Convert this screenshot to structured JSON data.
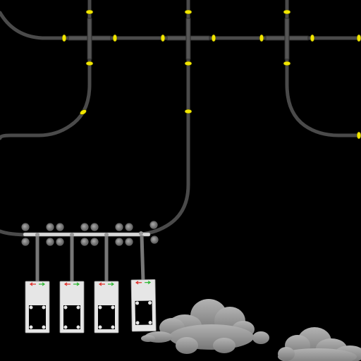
{
  "colors": {
    "background": "#000000",
    "track": "#4a4a4a",
    "signal_on": "#f2e600",
    "carriage": "#e6e6e6",
    "arrow_left": "#e0302a",
    "arrow_right": "#2fb833",
    "cloud_top": "#b0b0b0",
    "cloud_bottom": "#7a7a7a"
  },
  "icons": {
    "signal": "yellow-signal-lamp-icon",
    "carriage": "rail-carriage-icon",
    "arrow_left": "red-left-arrow-icon",
    "arrow_right": "green-right-arrow-icon",
    "wheel": "bogie-wheel-icon",
    "cloud": "smoke-cloud-icon"
  },
  "carriages": [
    {
      "id": "carriage-1"
    },
    {
      "id": "carriage-2"
    },
    {
      "id": "carriage-3"
    },
    {
      "id": "carriage-4"
    }
  ]
}
